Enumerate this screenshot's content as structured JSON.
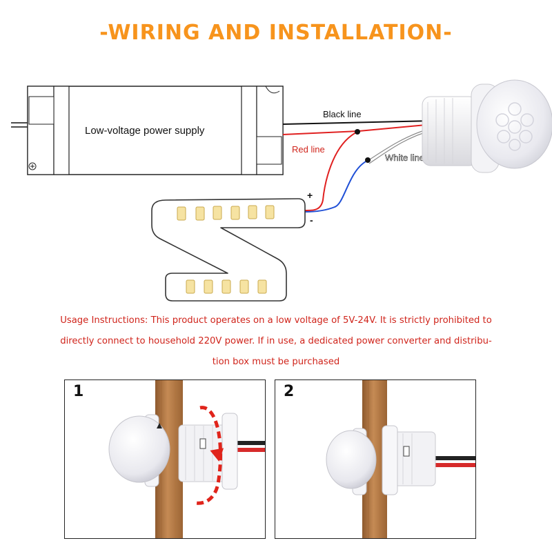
{
  "title": "-WIRING AND INSTALLATION-",
  "wiring": {
    "power_supply_label": "Low-voltage power supply",
    "black_line_label": "Black line",
    "red_line_label": "Red line",
    "white_line_label": "White line",
    "plus_label": "+",
    "minus_label": "-"
  },
  "usage_lines": [
    "Usage Instructions: This product operates on a low voltage of 5V-24V. It is strictly prohibited to",
    "directly connect to household 220V power. If in use, a dedicated power converter and distribu-",
    "tion box must be purchased"
  ],
  "steps": [
    {
      "number": "1"
    },
    {
      "number": "2"
    }
  ],
  "colors": {
    "title": "#f7941d",
    "usage_text": "#d0241b",
    "red_wire": "#e02020",
    "blue_wire": "#1f4fd6",
    "black_wire": "#111111",
    "wood": "#b97a46",
    "led": "#f6e3a2"
  }
}
